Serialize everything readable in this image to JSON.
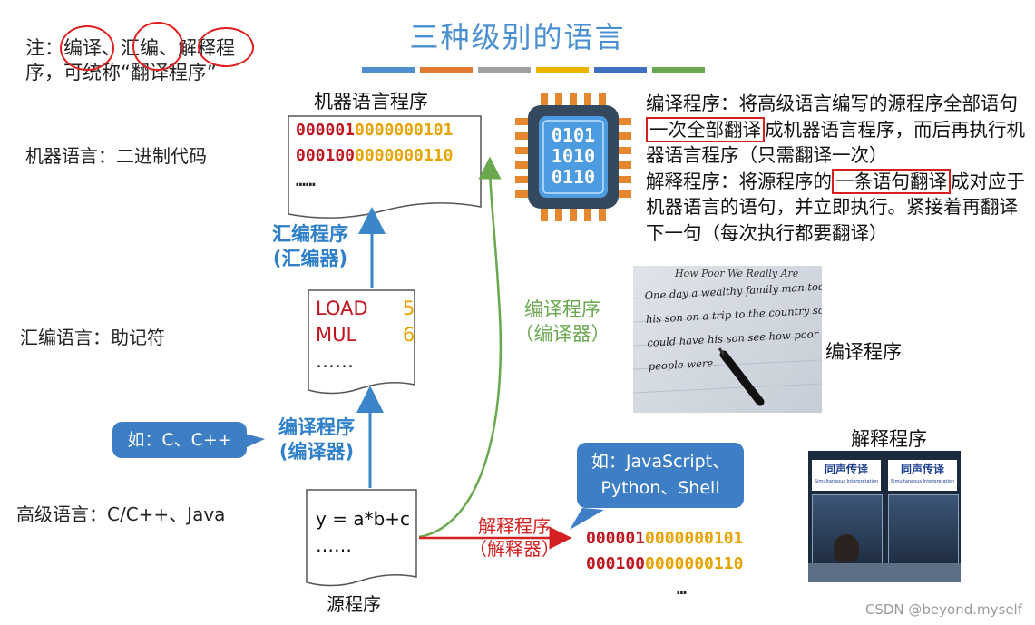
{
  "title": "三种级别的语言",
  "colors": {
    "title": "#4a8fd0",
    "bars": [
      "#4f8ed0",
      "#e07a32",
      "#a0a0a0",
      "#f0b400",
      "#3f6fc0",
      "#6aa84f"
    ],
    "binary_red": "#c0161f",
    "binary_yellow": "#e8a300",
    "assembler_blue": "#2f80c8",
    "compiler_green": "#6aa84f",
    "interpreter_red": "#d42020",
    "bubble": "#3d7ec4"
  },
  "note": {
    "line1": "注：编译、汇编、解释程",
    "line2": "序，可统称“翻译程序”"
  },
  "levels": {
    "machine": "机器语言：二进制代码",
    "assembly": "汇编语言：助记符",
    "high": "高级语言：C/C++、Java"
  },
  "machine_program": {
    "title": "机器语言程序",
    "row1_red": "000001",
    "row1_yellow": "0000000101",
    "row2_red": "000100",
    "row2_yellow": "0000000110",
    "ellipsis": "……"
  },
  "assembly_program": {
    "row1_op": "LOAD",
    "row1_val": "5",
    "row2_op": "MUL",
    "row2_val": "6",
    "ellipsis": "……"
  },
  "source_program": {
    "code": "y = a*b+c",
    "ellipsis": "……",
    "caption": "源程序"
  },
  "arrows": {
    "assembler_line1": "汇编程序",
    "assembler_line2": "(汇编器)",
    "compiler_mid_line1": "编译程序",
    "compiler_mid_line2": "(编译器)",
    "compiler_green_line1": "编译程序",
    "compiler_green_line2": "（编译器）",
    "interpreter_line1": "解释程序",
    "interpreter_line2": "（解释器）"
  },
  "bubbles": {
    "compiled_langs": "如：C、C++",
    "interp_line1": "如：JavaScript、",
    "interp_line2": "Python、Shell"
  },
  "interp_output": {
    "row1_red": "000001",
    "row1_yellow": "0000000101",
    "row2_red": "000100",
    "row2_yellow": "0000000110",
    "ellipsis": "…"
  },
  "chip_digits": [
    "0101",
    "1010",
    "0110"
  ],
  "description": {
    "compile_a": "编译程序：将高级语言编写的源程序全部语句",
    "compile_hl": "一次全部翻译",
    "compile_b": "成机器语言程序，而后再执行机器语言程序（只需翻译一次）",
    "interp_a": "解释程序：将源程序的",
    "interp_hl": "一条语句翻译",
    "interp_b": "成对应于机器语言的语句，并立即执行。紧接着再翻译下一句（每次执行都要翻译）"
  },
  "handwriting": {
    "title": "How Poor We Really Are",
    "line1": "One day a wealthy family man took",
    "line2": "his son on a trip to the country so he",
    "line3": "could have his son see how poor country",
    "line4": "people were."
  },
  "photo_captions": {
    "compiler": "编译程序",
    "interpreter": "解释程序"
  },
  "booth": {
    "sign": "同声传译",
    "sub": "Simultaneous Interpretation"
  },
  "watermark": "CSDN @beyond.myself"
}
